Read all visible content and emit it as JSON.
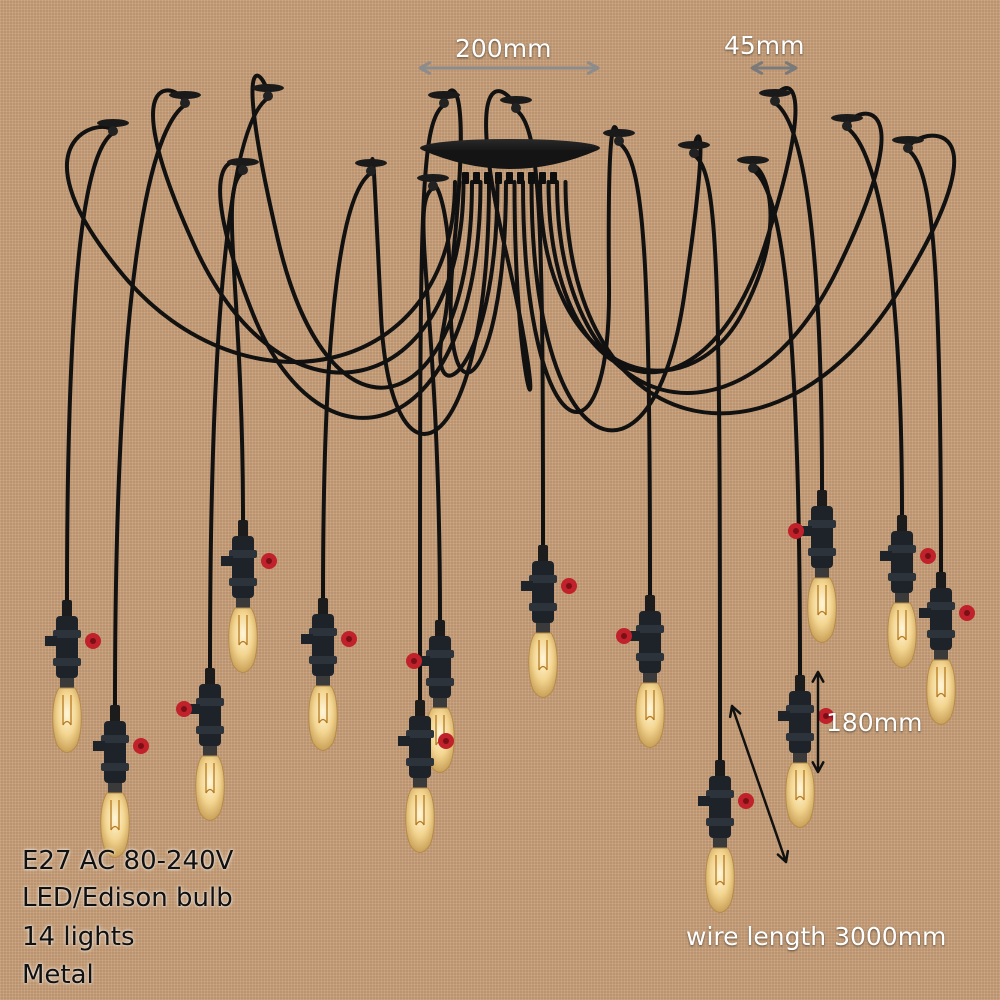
{
  "dimensions": {
    "canopy_diameter": "200mm",
    "holder_diameter": "45mm",
    "socket_length": "180mm",
    "wire_length": "wire length 3000mm"
  },
  "specs": {
    "socket_voltage": "E27 AC 80-240V",
    "bulb_type": "LED/Edison bulb",
    "light_count": "14 lights",
    "material": "Metal"
  },
  "colors": {
    "background": "#c89f78",
    "wire": "#111111",
    "valve": "#c0212a",
    "bulb_glow": "#f3d590"
  }
}
